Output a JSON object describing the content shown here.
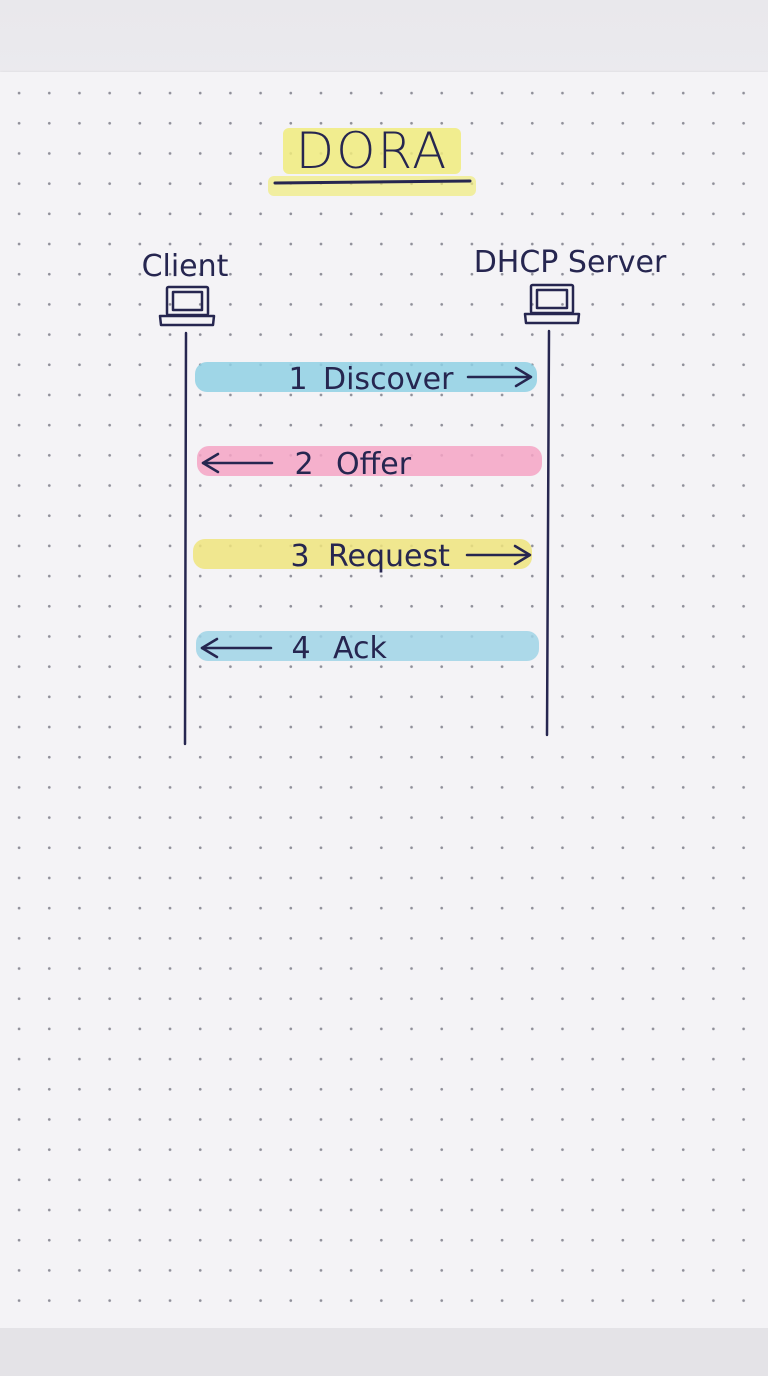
{
  "title": "DORA",
  "client_label": "Client",
  "server_label": "DHCP Server",
  "messages": [
    {
      "step": "1",
      "label": "Discover",
      "direction": "client-to-server",
      "highlight": "#8fd0e4"
    },
    {
      "step": "2",
      "label": "Offer",
      "direction": "server-to-client",
      "highlight": "#f4a3c4"
    },
    {
      "step": "3",
      "label": "Request",
      "direction": "client-to-server",
      "highlight": "#eee47c"
    },
    {
      "step": "4",
      "label": "Ack",
      "direction": "server-to-client",
      "highlight": "#9fd4e6"
    }
  ],
  "colors": {
    "ink": "#262650",
    "title_highlight": "#f0eb7c"
  },
  "icons": {
    "client": "laptop-icon",
    "server": "laptop-icon"
  }
}
